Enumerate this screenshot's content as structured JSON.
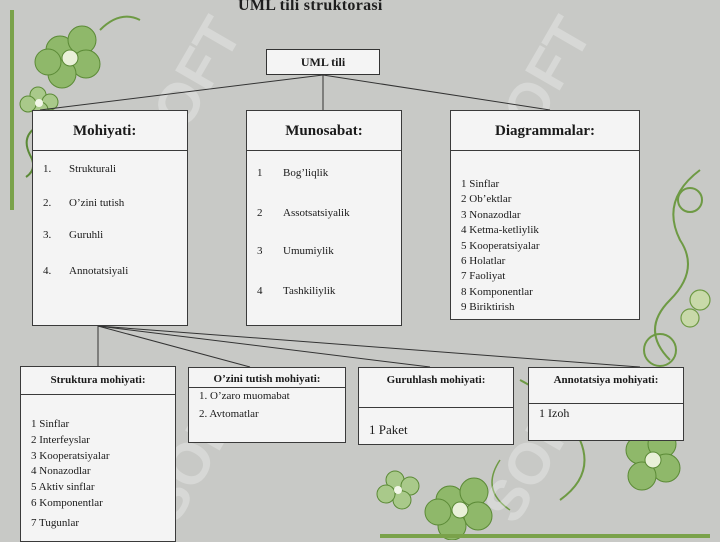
{
  "title": "UML tili struktorasi",
  "root": "UML tili",
  "watermark": "SOFT",
  "mohiyati": {
    "header": "Mohiyati:",
    "items": [
      {
        "n": "1.",
        "label": "Strukturali"
      },
      {
        "n": "2.",
        "label": "O’zini tutish"
      },
      {
        "n": "3.",
        "label": "Guruhli"
      },
      {
        "n": "4.",
        "label": "Annotatsiyali"
      }
    ]
  },
  "munosabat": {
    "header": "Munosabat:",
    "items": [
      {
        "n": "1",
        "label": "Bog’liqlik"
      },
      {
        "n": "2",
        "label": "Assotsatsiyalik"
      },
      {
        "n": "3",
        "label": "Umumiylik"
      },
      {
        "n": "4",
        "label": "Tashkiliylik"
      }
    ]
  },
  "diagrammalar": {
    "header": "Diagrammalar:",
    "items": [
      "1 Sinflar",
      "2 Ob’ektlar",
      "3 Nonazodlar",
      "4 Ketma-ketliylik",
      "5 Kooperatsiyalar",
      "6 Holatlar",
      "7 Faoliyat",
      "8 Komponentlar",
      "9 Biriktirish"
    ]
  },
  "struktura": {
    "header": "Struktura mohiyati:",
    "items": [
      "1 Sinflar",
      "2 Interfeyslar",
      "3 Kooperatsiyalar",
      "4 Nonazodlar",
      "5 Aktiv sinflar",
      "6 Komponentlar",
      "7 Tugunlar"
    ]
  },
  "ozini": {
    "header": "O’zini tutish mohiyati:",
    "items": [
      "1. O’zaro muomabat",
      "2. Avtomatlar"
    ]
  },
  "guruhlash": {
    "header": "Guruhlash mohiyati:",
    "items": [
      "1 Paket"
    ]
  },
  "annotatsiya": {
    "header": "Annotatsiya mohiyati:",
    "items": [
      "1 Izoh"
    ]
  }
}
